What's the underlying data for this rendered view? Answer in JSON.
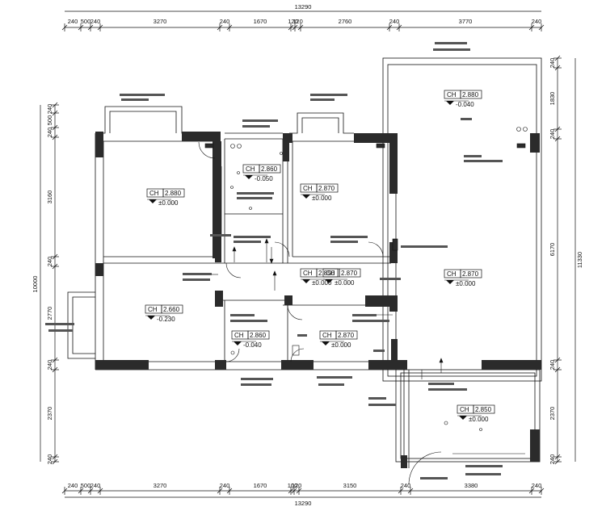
{
  "overall": {
    "top": "13290",
    "bottom": "13290",
    "left": "10000",
    "right": "11330"
  },
  "top_dims": [
    "240",
    "500",
    "240",
    "3270",
    "240",
    "1670",
    "120",
    "120",
    "2760",
    "240",
    "3770",
    "240"
  ],
  "bottom_dims": [
    "240",
    "500",
    "240",
    "3270",
    "240",
    "1670",
    "100",
    "120",
    "3150",
    "240",
    "3380",
    "240"
  ],
  "left_dims": [
    "240",
    "500",
    "240",
    "3160",
    "240",
    "2770",
    "240",
    "2370",
    "240"
  ],
  "right_dims": [
    "240",
    "1830",
    "240",
    "6170",
    "240",
    "2370",
    "240"
  ],
  "ch_tags": [
    {
      "ch": "CH",
      "val": "2.880",
      "lvl": "-0.040"
    },
    {
      "ch": "CH",
      "val": "2.860",
      "lvl": "-0.050"
    },
    {
      "ch": "CH",
      "val": "2.870",
      "lvl": "±0.000"
    },
    {
      "ch": "CH",
      "val": "2.880",
      "lvl": "±0.000"
    },
    {
      "ch": "CH",
      "val": "2.850",
      "lvl": "±0.000"
    },
    {
      "ch": "CH",
      "val": "2.870",
      "lvl": "±0.000"
    },
    {
      "ch": "CH",
      "val": "2.870",
      "lvl": "±0.000"
    },
    {
      "ch": "CH",
      "val": "2.660",
      "lvl": "-0.230"
    },
    {
      "ch": "CH",
      "val": "2.860",
      "lvl": "-0.040"
    },
    {
      "ch": "CH",
      "val": "2.870",
      "lvl": "±0.000"
    },
    {
      "ch": "CH",
      "val": "2.850",
      "lvl": "±0.000"
    }
  ]
}
